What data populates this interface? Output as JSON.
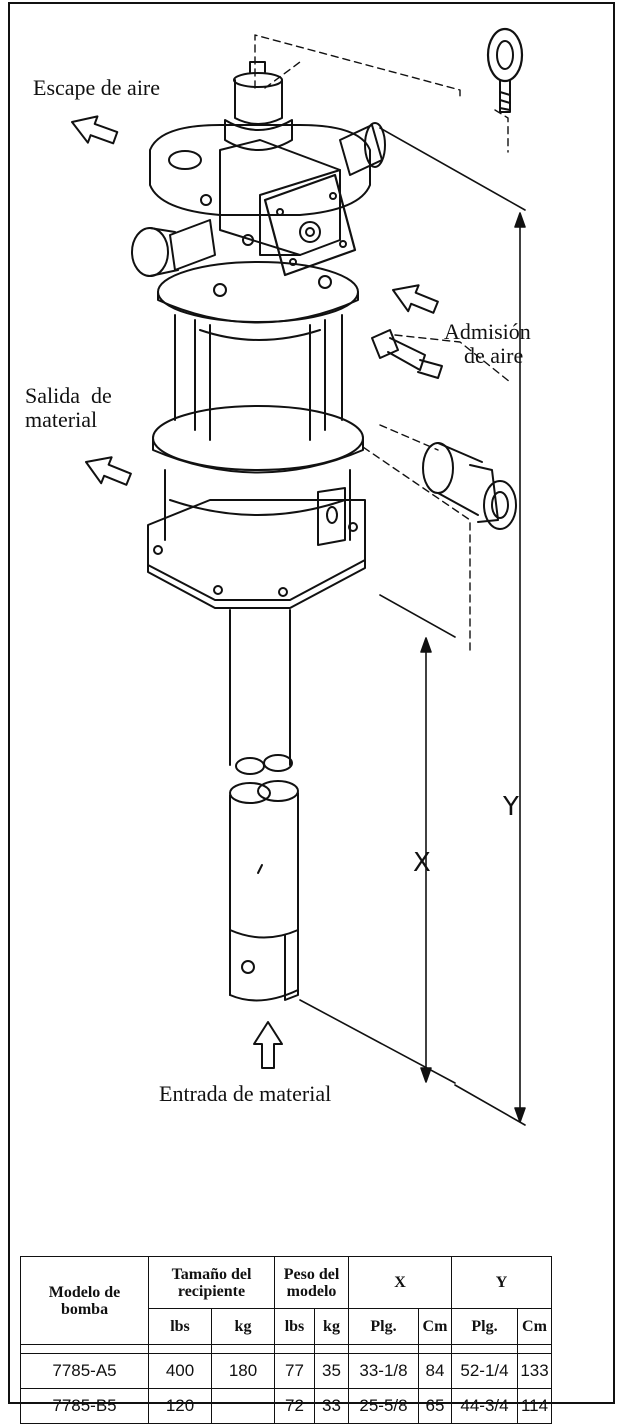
{
  "labels": {
    "air_exhaust": "Escape de aire",
    "air_inlet_1": "Admisión",
    "air_inlet_2": "de aire",
    "material_outlet_1": "Salida  de",
    "material_outlet_2": "material",
    "material_inlet": "Entrada de material",
    "dim_x": "X",
    "dim_y": "Y"
  },
  "table": {
    "headers": {
      "model": "Modelo de bomba",
      "container": "Tamaño del recipiente",
      "weight": "Peso del modelo",
      "x": "X",
      "y": "Y"
    },
    "subheaders": [
      "lbs",
      "kg",
      "lbs",
      "kg",
      "Plg.",
      "Cm",
      "Plg.",
      "Cm"
    ],
    "rows": [
      {
        "model": "7785-A5",
        "cont_lbs": "400",
        "cont_kg": "180",
        "w_lbs": "77",
        "w_kg": "35",
        "x_in": "33-1/8",
        "x_cm": "84",
        "y_in": "52-1/4",
        "y_cm": "133"
      },
      {
        "model": "7785-B5",
        "cont_lbs": "120",
        "cont_kg": "",
        "w_lbs": "72",
        "w_kg": "33",
        "x_in": "25-5/8",
        "x_cm": "65",
        "y_in": "44-3/4",
        "y_cm": "114"
      }
    ]
  }
}
